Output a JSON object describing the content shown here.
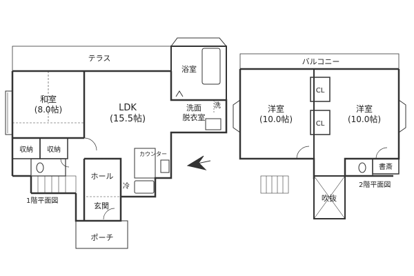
{
  "floor1": {
    "caption": "1階平面図",
    "terrace": "テラス",
    "bath": "浴室",
    "washroom": [
      "洗面",
      "脱衣室"
    ],
    "washer": "洗",
    "japanese_room": [
      "和室",
      "(8.0帖)"
    ],
    "ldk": [
      "LDK",
      "(15.5帖)"
    ],
    "storage_1": "収納",
    "storage_2": "収納",
    "counter": "カウンター",
    "hall": "ホール",
    "fridge": "冷",
    "entrance": "玄関",
    "porch": "ポーチ"
  },
  "floor2": {
    "caption": "2階平面図",
    "balcony": "バルコニー",
    "room_left": [
      "洋室",
      "(10.0帖)"
    ],
    "room_right": [
      "洋室",
      "(10.0帖)"
    ],
    "closet_1": "CL",
    "closet_2": "CL",
    "study": "書斎",
    "void": "吹抜"
  },
  "compass": {
    "icon": "north-arrow-icon"
  }
}
